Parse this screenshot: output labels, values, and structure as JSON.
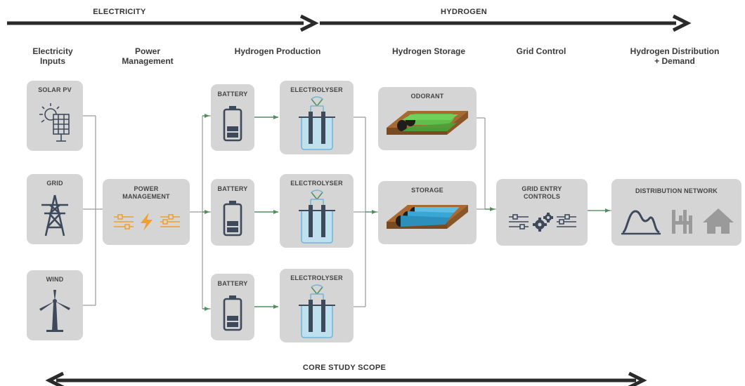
{
  "flow_labels": {
    "electricity": "ELECTRICITY",
    "hydrogen": "HYDROGEN",
    "scope": "CORE STUDY SCOPE"
  },
  "columns": {
    "electricity_inputs": "Electricity\nInputs",
    "power_management": "Power\nManagement",
    "hydrogen_production": "Hydrogen Production",
    "hydrogen_storage": "Hydrogen Storage",
    "grid_control": "Grid Control",
    "hydrogen_distribution": "Hydrogen Distribution\n+ Demand"
  },
  "nodes": {
    "solar": "SOLAR PV",
    "grid": "GRID",
    "wind": "WIND",
    "power_mgmt": "POWER\nMANAGEMENT",
    "battery_1": "BATTERY",
    "battery_2": "BATTERY",
    "battery_3": "BATTERY",
    "electrolyser_1": "ELECTROLYSER",
    "electrolyser_2": "ELECTROLYSER",
    "electrolyser_3": "ELECTROLYSER",
    "odorant": "ODORANT",
    "storage": "STORAGE",
    "grid_entry": "GRID ENTRY\nCONTROLS",
    "distribution": "DISTRIBUTION NETWORK"
  },
  "colors": {
    "box": "#d5d5d5",
    "line": "#ffffff",
    "arrow": "#2a2a2a",
    "green_arrow": "#4f8f5a",
    "orange_icon": "#f0a030",
    "icon_dark": "#3e4a5c",
    "icon_blue": "#6fb6d9",
    "tank_green": "#5fbf4a",
    "tank_blue": "#39a7d6"
  }
}
